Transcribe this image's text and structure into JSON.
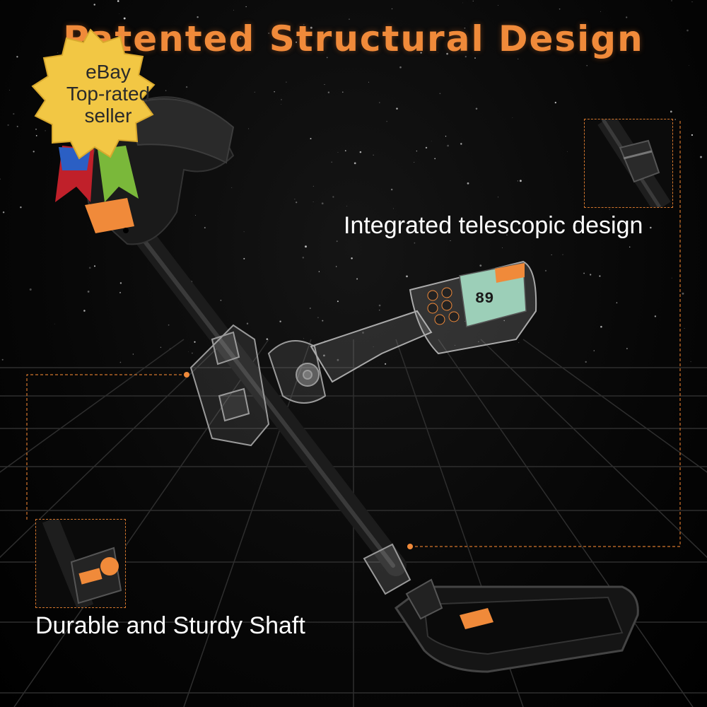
{
  "title": "Patented Structural Design",
  "badge": {
    "lines": [
      "eBay",
      "Top-rated",
      "seller"
    ],
    "colors": {
      "seal": "#f2c744",
      "ribbon_left": "#c0202a",
      "ribbon_right": "#7ab83a",
      "ribbon_accent": "#2b5fc4"
    }
  },
  "captions": {
    "telescopic": "Integrated telescopic design",
    "shaft": "Durable and Sturdy Shaft"
  },
  "display": {
    "reading": "89",
    "brand_colors": {
      "accent": "#f08a3a",
      "screen": "#9ccfb8"
    }
  },
  "colors": {
    "background": "#000000",
    "grid": "#2e2e2e",
    "accent": "#f08a3a",
    "dashed_line": "#d4762c"
  }
}
